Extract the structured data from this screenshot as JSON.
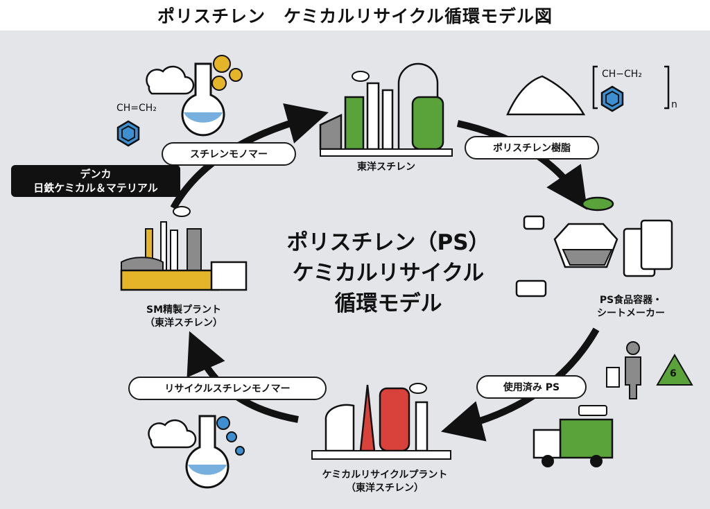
{
  "title": "ポリスチレン　ケミカルリサイクル循環モデル図",
  "center": {
    "line1": "ポリスチレン（PS）",
    "line2": "ケミカルリサイクル",
    "line3": "循環モデル"
  },
  "flows": {
    "styrene_monomer": "スチレンモノマー",
    "ps_resin": "ポリスチレン樹脂",
    "used_ps": "使用済み PS",
    "recycled_monomer": "リサイクルスチレンモノマー"
  },
  "partners": {
    "line1": "デンカ",
    "line2": "日鉄ケミカル＆マテリアル"
  },
  "facilities": {
    "toyo_styrene": "東洋スチレン",
    "ps_maker_line1": "PS食品容器・",
    "ps_maker_line2": "シートメーカー",
    "recycle_plant_line1": "ケミカルリサイクルプラント",
    "recycle_plant_line2": "（東洋スチレン）",
    "sm_plant_line1": "SM精製プラント",
    "sm_plant_line2": "（東洋スチレン）"
  },
  "chemistry": {
    "monomer_formula": "CH=CH₂",
    "polymer_formula": "CH−CH₂",
    "polymer_subscript": "n"
  },
  "recycle_mark_number": "6",
  "colors": {
    "background": "#e4e5e9",
    "green": "#5aa33a",
    "red": "#d9413b",
    "yellow": "#e4b429",
    "blue": "#3d8fd0",
    "gray": "#8b8b8b"
  }
}
